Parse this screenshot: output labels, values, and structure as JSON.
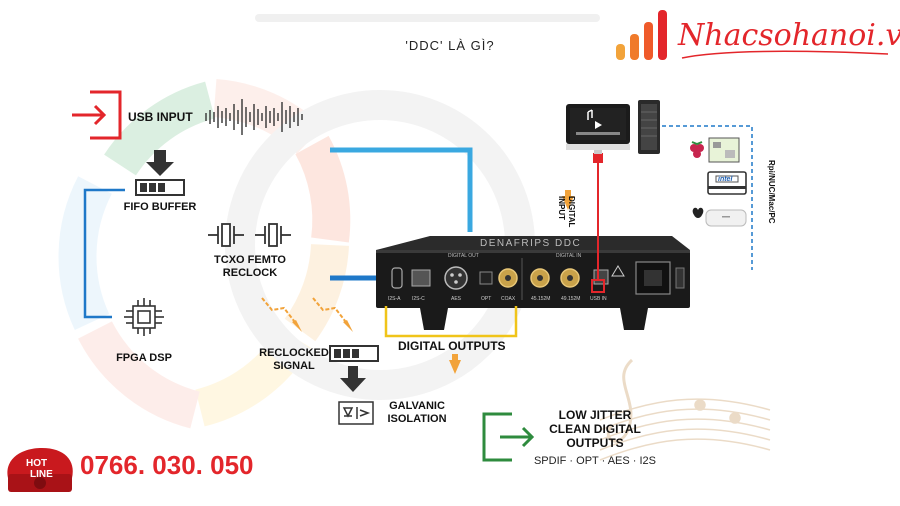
{
  "title": "'DDC' LÀ GÌ?",
  "brand": {
    "name": "Nhacsohanoi.vn",
    "color": "#e3262b"
  },
  "hotline": {
    "badge_line1": "HOT",
    "badge_line2": "LINE",
    "number": "0766. 030. 050"
  },
  "stages": {
    "usb_input": "USB INPUT",
    "fifo_buffer": "FIFO BUFFER",
    "tcxo_line1": "TCXO FEMTO",
    "tcxo_line2": "RECLOCK",
    "fpga": "FPGA DSP",
    "reclocked_line1": "RECLOCKED",
    "reclocked_line2": "SIGNAL",
    "galvanic_line1": "GALVANIC",
    "galvanic_line2": "ISOLATION"
  },
  "device": {
    "brand": "DENAFRIPS DDC",
    "section_out": "DIGITAL OUT",
    "section_in": "DIGITAL IN",
    "ports": [
      "I2S-A",
      "I2S-C",
      "AES",
      "OPT",
      "COAX",
      "45.152M",
      "49.152M",
      "USB IN"
    ],
    "digital_input_line1": "DIGITAL",
    "digital_input_line2": "INPUT",
    "digital_outputs": "DIGITAL OUTPUTS"
  },
  "sources": {
    "label": "Rpi/NUC/Mac/PC",
    "intel": "intel"
  },
  "result": {
    "line1": "LOW JITTER",
    "line2": "CLEAN DIGITAL",
    "line3": "OUTPUTS",
    "formats": "SPDIF · OPT · AES · I2S"
  },
  "colors": {
    "red": "#e3262b",
    "blue": "#3aa8e0",
    "orange": "#f2a33a",
    "green": "#2e8b3e",
    "yellow": "#f0c419"
  }
}
